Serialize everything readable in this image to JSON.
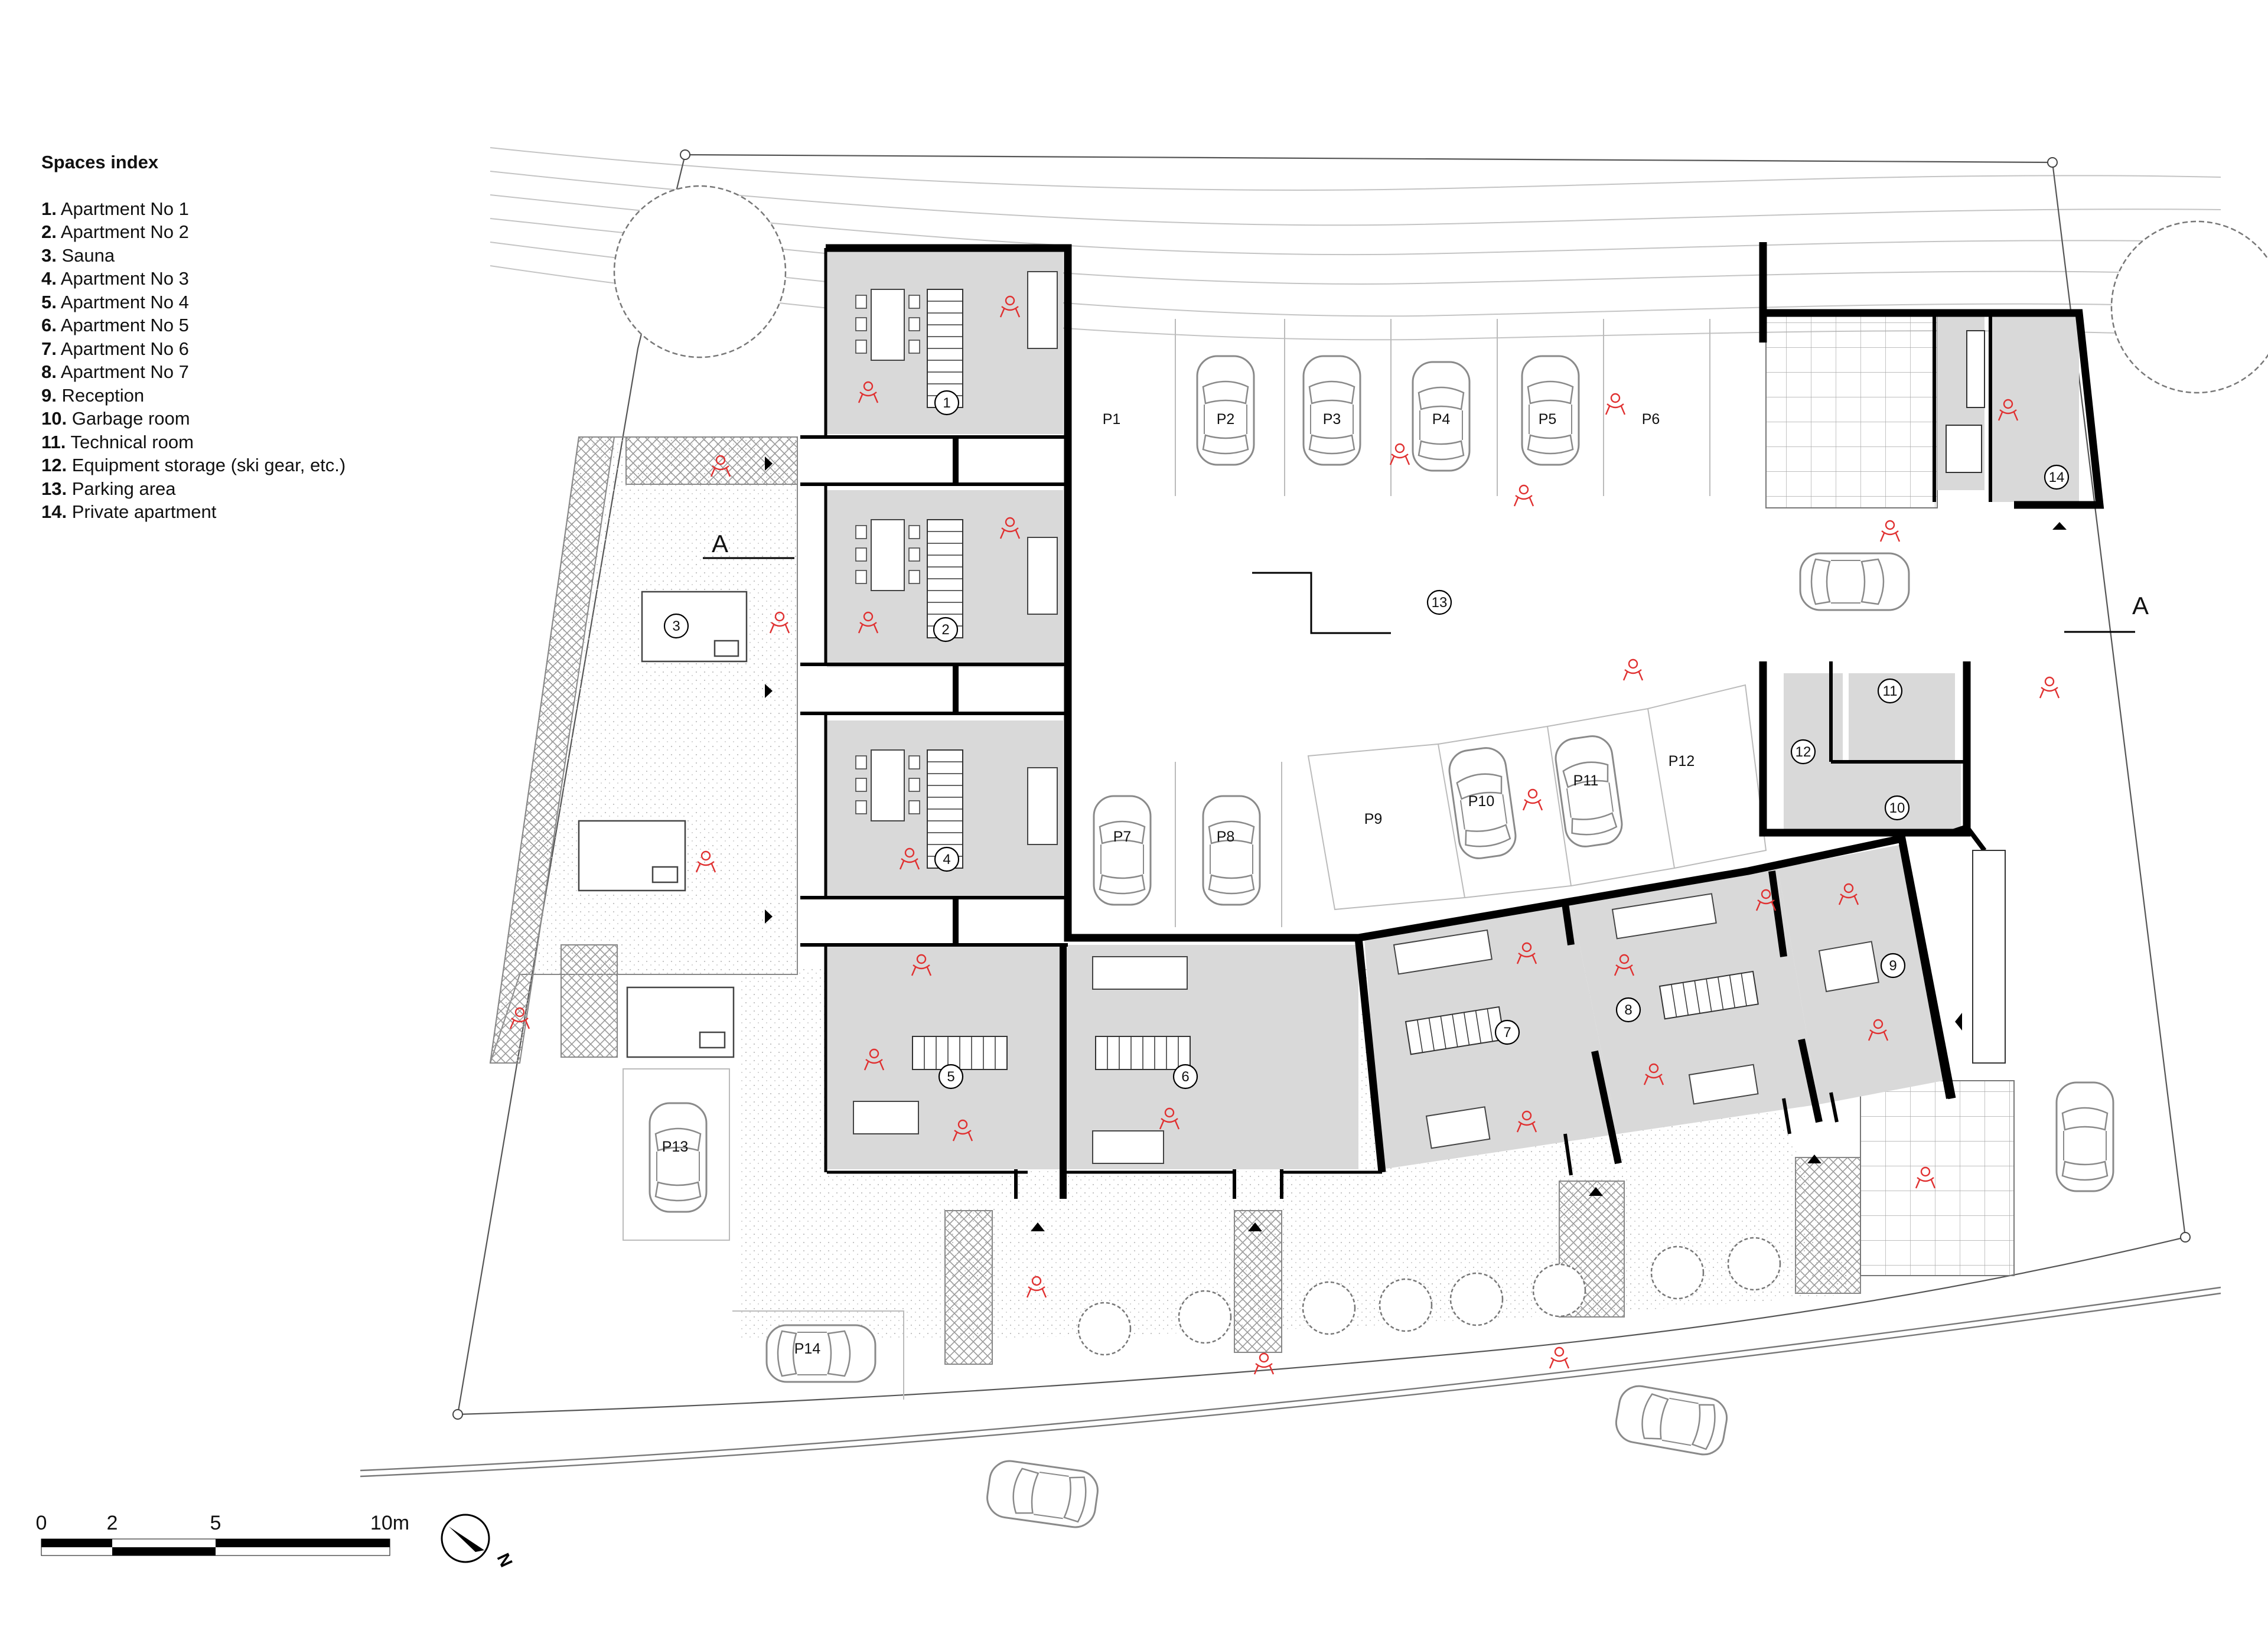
{
  "legend": {
    "title": "Spaces index",
    "items": [
      {
        "num": "1.",
        "label": "Apartment No 1"
      },
      {
        "num": "2.",
        "label": "Apartment No 2"
      },
      {
        "num": "3.",
        "label": "Sauna"
      },
      {
        "num": "4.",
        "label": "Apartment No 3"
      },
      {
        "num": "5.",
        "label": "Apartment No 4"
      },
      {
        "num": "6.",
        "label": "Apartment No 5"
      },
      {
        "num": "7.",
        "label": "Apartment No 6"
      },
      {
        "num": "8.",
        "label": "Apartment No 7"
      },
      {
        "num": "9.",
        "label": "Reception"
      },
      {
        "num": "10.",
        "label": "Garbage room"
      },
      {
        "num": "11.",
        "label": "Technical room"
      },
      {
        "num": "12.",
        "label": "Equipment storage (ski gear, etc.)"
      },
      {
        "num": "13.",
        "label": "Parking area"
      },
      {
        "num": "14.",
        "label": "Private apartment"
      }
    ]
  },
  "parking": {
    "p1": "P1",
    "p2": "P2",
    "p3": "P3",
    "p4": "P4",
    "p5": "P5",
    "p6": "P6",
    "p7": "P7",
    "p8": "P8",
    "p9": "P9",
    "p10": "P10",
    "p11": "P11",
    "p12": "P12",
    "p13": "P13",
    "p14": "P14"
  },
  "room_numbers": {
    "r1": "1",
    "r2": "2",
    "r3": "3",
    "r4": "4",
    "r5": "5",
    "r6": "6",
    "r7": "7",
    "r8": "8",
    "r9": "9",
    "r10": "10",
    "r11": "11",
    "r12": "12",
    "r13": "13",
    "r14": "14"
  },
  "section_marks": {
    "left": "A",
    "right": "A"
  },
  "scale_bar": {
    "t0": "0",
    "t2": "2",
    "t5": "5",
    "t10": "10m"
  },
  "north": "N",
  "colors": {
    "wall": "#000000",
    "interior": "#d9d9d9",
    "people": "#e03030",
    "line": "#9a9a9a"
  }
}
